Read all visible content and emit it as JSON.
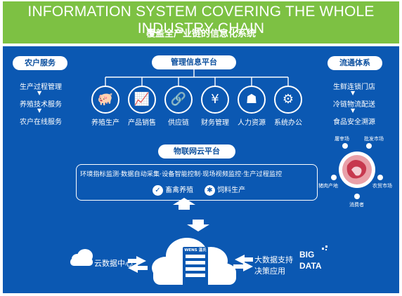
{
  "header": {
    "title_en": "INFORMATION SYSTEM COVERING THE WHOLE INDUSTRY CHAIN",
    "title_cn": "覆盖全产业链的信息化系统"
  },
  "left": {
    "title": "农户服务",
    "items": [
      "生产过程管理",
      "养殖技术服务",
      "农户在线服务"
    ]
  },
  "center": {
    "title": "管理信息平台",
    "categories": [
      {
        "label": "养殖生产",
        "icon": "pig-icon"
      },
      {
        "label": "产品销售",
        "icon": "chart-icon"
      },
      {
        "label": "供应链",
        "icon": "link-icon"
      },
      {
        "label": "财务管理",
        "icon": "yen-icon"
      },
      {
        "label": "人力资源",
        "icon": "org-chart-icon"
      },
      {
        "label": "系统办公",
        "icon": "gears-icon"
      }
    ]
  },
  "right": {
    "title": "流通体系",
    "items": [
      "生鲜连锁门店",
      "冷链物流配送",
      "食品安全溯源"
    ],
    "ring_labels": [
      "屠宰场",
      "批发市场",
      "猪肉产地",
      "农贸市场",
      "消费者"
    ]
  },
  "iot": {
    "title": "物联网云平台",
    "line": "环境指标监测·数据自动采集·设备智能控制·现场视频监控·生产过程监控",
    "sub1": "畜禽养殖",
    "sub2": "饲料生产"
  },
  "bottom": {
    "cloud_left": "云数据中心",
    "server_brand": "WENS 温氏",
    "right_line1": "大数据支持",
    "right_line2": "决策应用",
    "big": "BIG",
    "data": "DATA"
  },
  "colors": {
    "header_green": "#7dc143",
    "panel_blue": "#0b58b2",
    "pill_text": "#0b4f9e"
  }
}
